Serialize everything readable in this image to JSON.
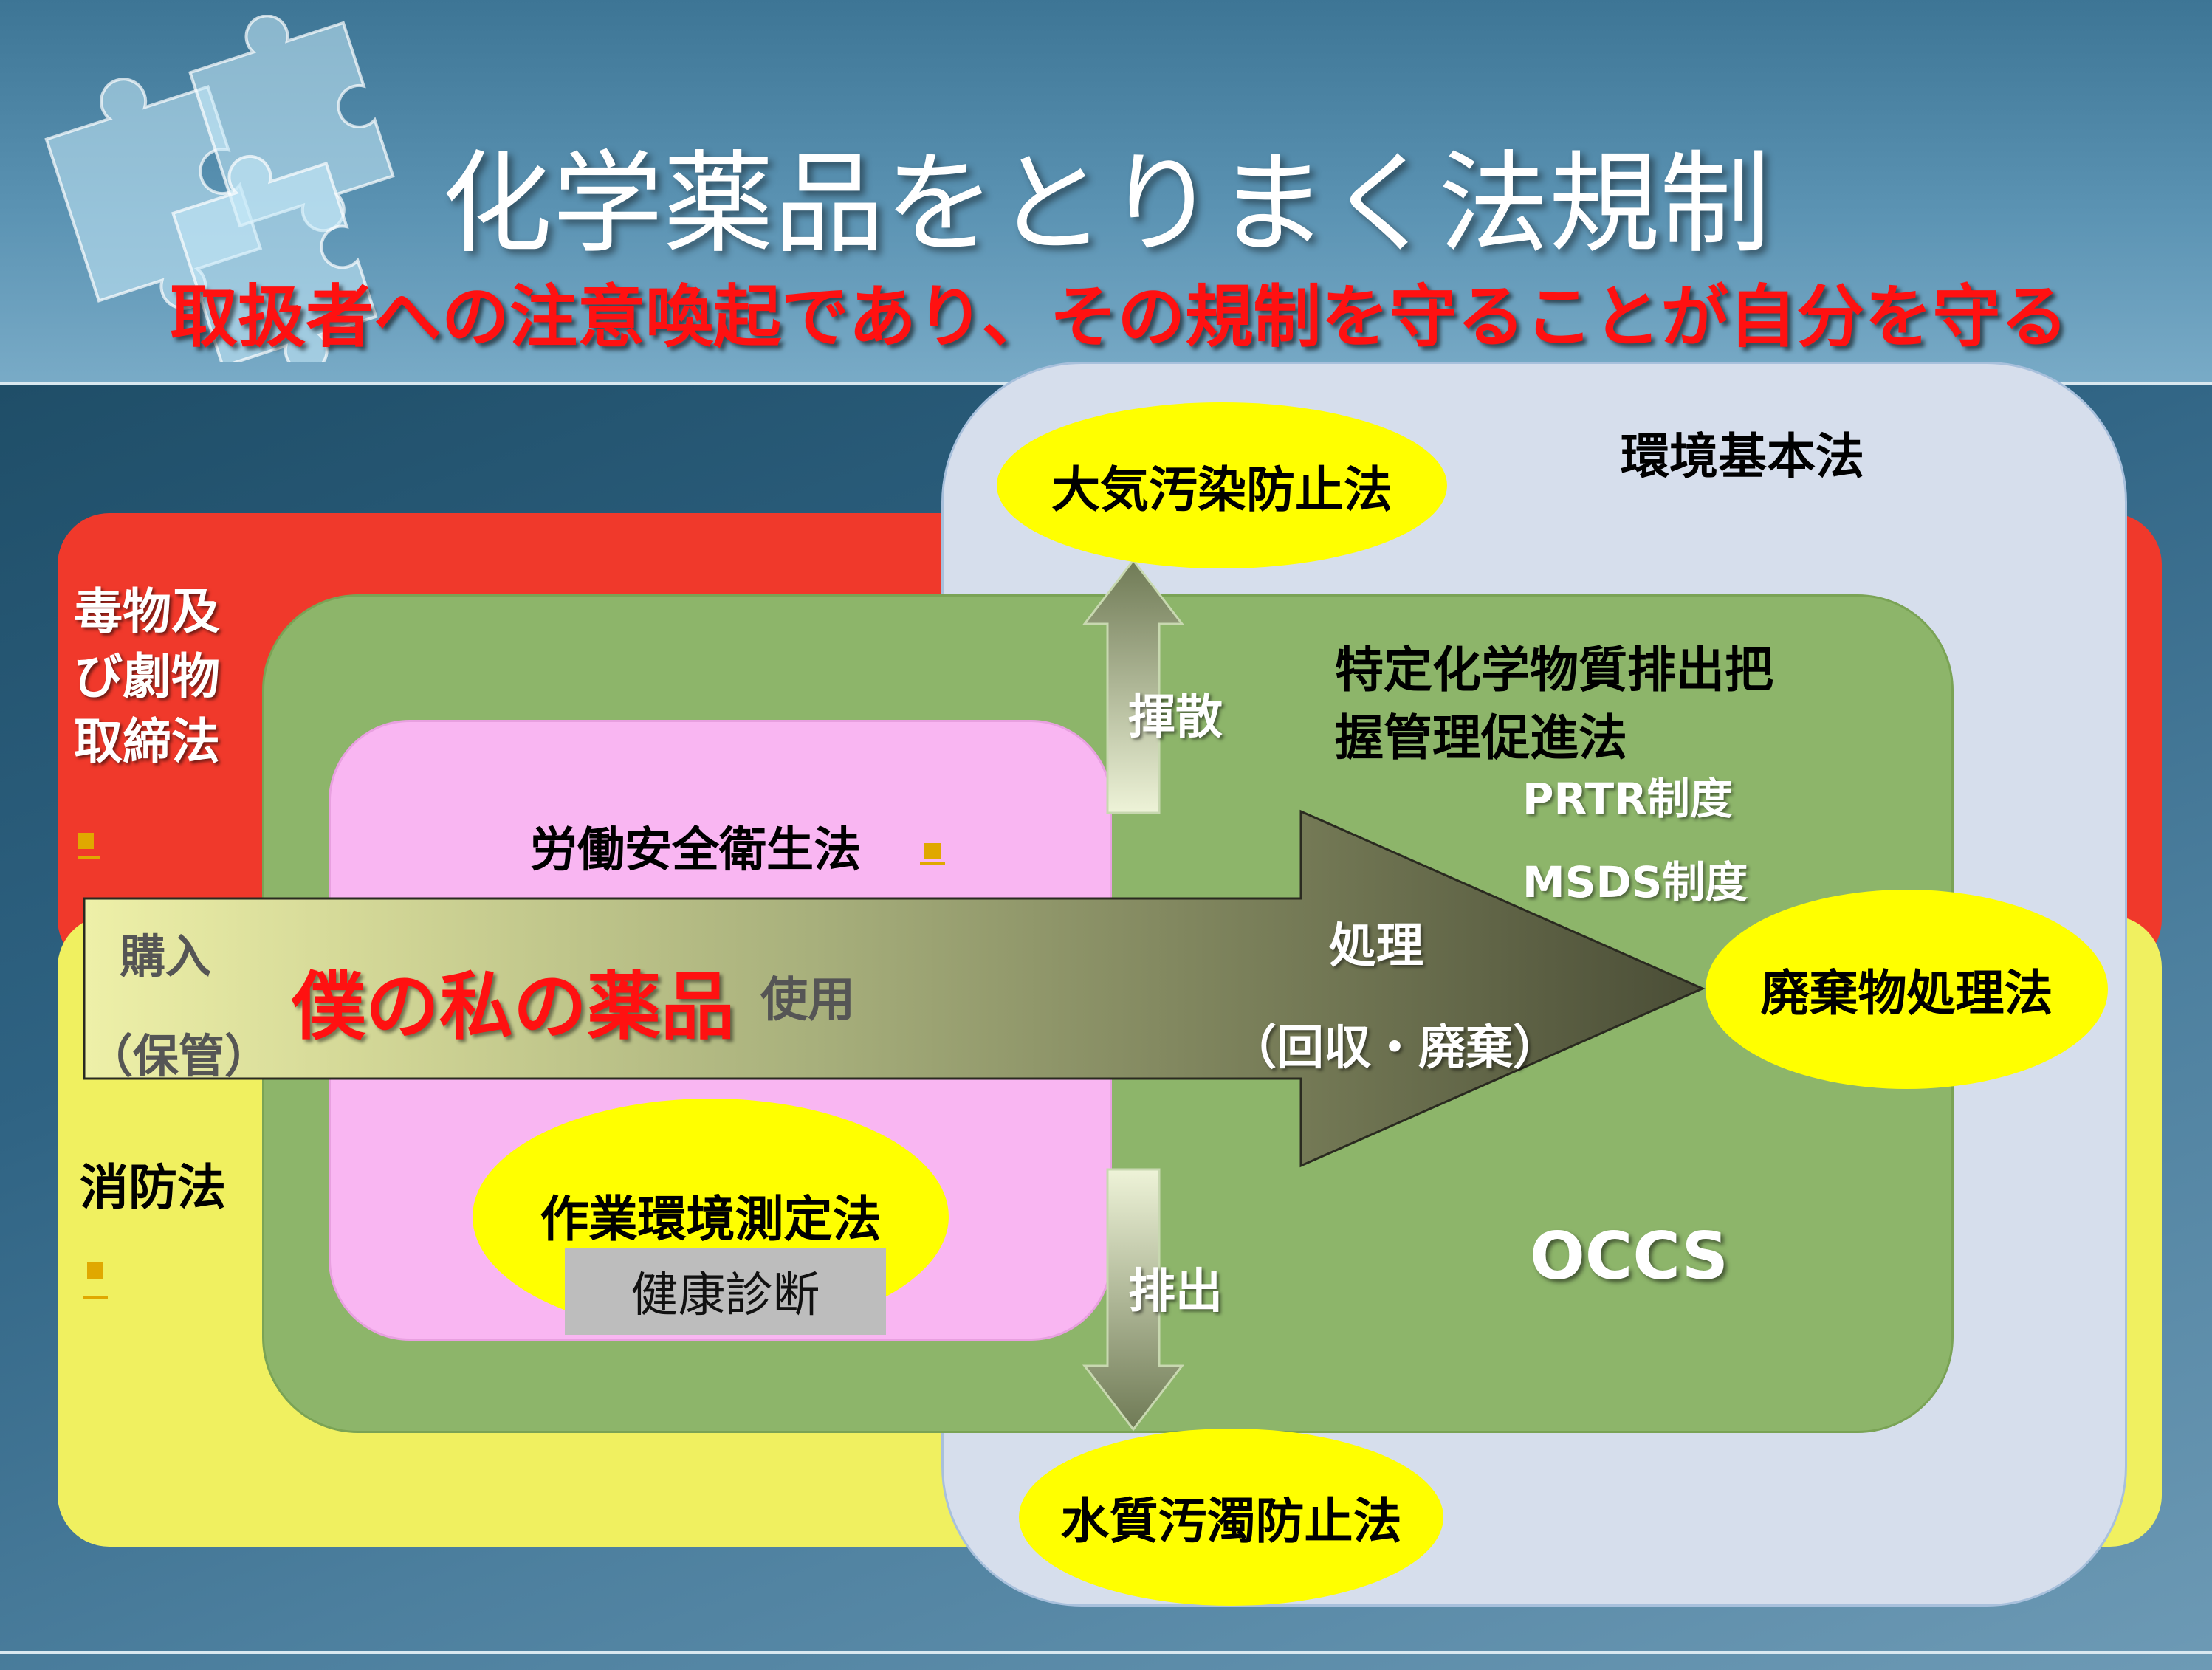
{
  "title": "化学薬品をとりまく法規制",
  "subtitle": "取扱者への注意喚起であり、その規制を守ることが自分を守る",
  "laws": {
    "environment_basic": "環境基本法",
    "poison": [
      "毒物及",
      "び劇物",
      "取締法"
    ],
    "fire": "消防法",
    "prtr": [
      "特定化学物質排出把",
      "握管理促進法"
    ],
    "prtr_system": "PRTR制度",
    "msds_system": "MSDS制度",
    "occs": "OCCS",
    "labor": "労働安全衛生法",
    "work_env": "作業環境測定法",
    "health": "健康診断",
    "air": "大気汚染防止法",
    "water": "水質汚濁防止法",
    "waste": "廃棄物処理法"
  },
  "flow": {
    "purchase": "購入",
    "storage": "（保管）",
    "my_chemicals": "僕の私の薬品",
    "use": "使用",
    "process": "処理",
    "collect": "（回収・廃棄）",
    "scatter": "揮散",
    "discharge": "排出"
  },
  "colors": {
    "red": "#f0392b",
    "yellow": "#f0f060",
    "green": "#8db56a",
    "pink": "#f9b6f2",
    "lavender": "#d6deec",
    "ellipse": "#ffff00"
  }
}
